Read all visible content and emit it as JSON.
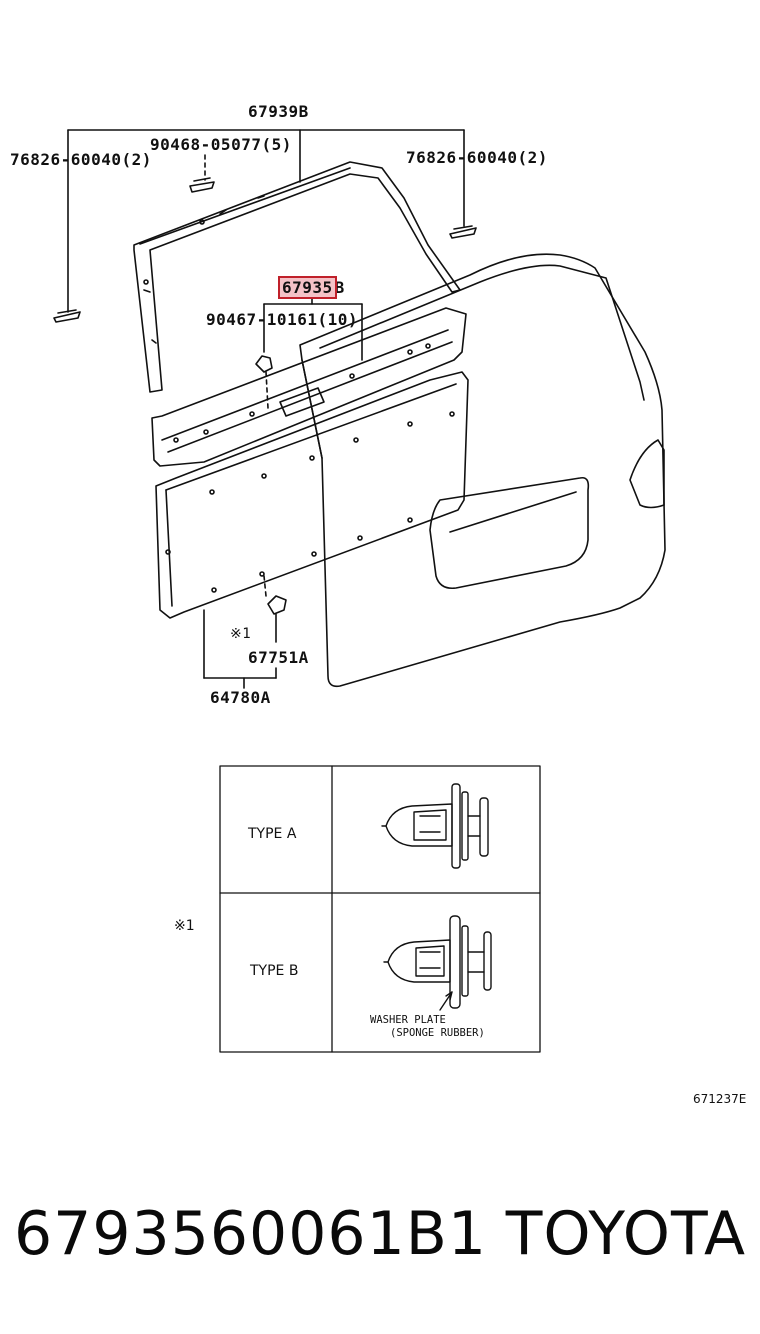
{
  "labels": {
    "p67939B": "67939B",
    "p90468": "90468-05077(5)",
    "p76826_left": "76826-60040(2)",
    "p76826_right": "76826-60040(2)",
    "p67935B_main": "67935",
    "p67935B_suffix": "B",
    "p90467": "90467-10161(10)",
    "note1": "※1",
    "p67751A": "67751A",
    "p64780A": "64780A"
  },
  "table": {
    "note": "※1",
    "rows": [
      {
        "type_label": "TYPE A"
      },
      {
        "type_label": "TYPE B",
        "callout_line1": "WASHER PLATE",
        "callout_line2": "(SPONGE RUBBER)"
      }
    ]
  },
  "figure_code": "671237E",
  "footer": {
    "part_number": "6793560061B1",
    "brand": "TOYOTA"
  },
  "colors": {
    "highlight_border": "#c0202a",
    "highlight_fill": "#e67882"
  }
}
